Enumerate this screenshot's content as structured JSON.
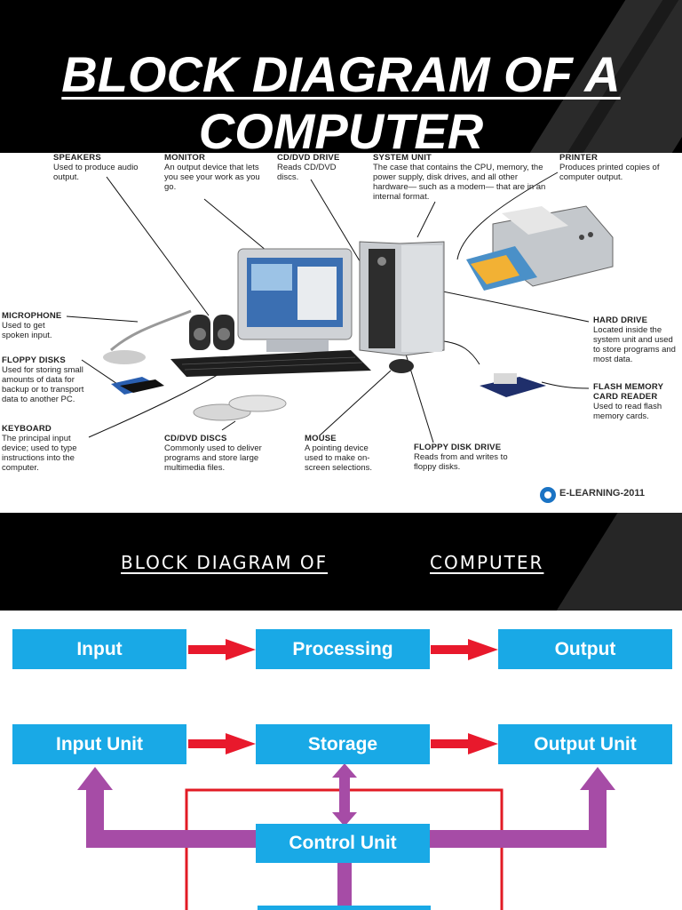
{
  "slide1": {
    "title_line1": "BLOCK DIAGRAM OF A",
    "title_line2": "COMPUTER"
  },
  "photo": {
    "labels": {
      "speakers": {
        "heading": "SPEAKERS",
        "text": "Used to produce audio output."
      },
      "monitor": {
        "heading": "MONITOR",
        "text": "An output device that lets you see your work as you go."
      },
      "cd_drive": {
        "heading": "CD/DVD DRIVE",
        "text": "Reads CD/DVD discs."
      },
      "system_unit": {
        "heading": "SYSTEM UNIT",
        "text": "The case that contains the CPU, memory, the power supply, disk drives, and all other hardware— such as a modem— that are in an internal format."
      },
      "printer": {
        "heading": "PRINTER",
        "text": "Produces printed copies of computer output."
      },
      "microphone": {
        "heading": "MICROPHONE",
        "text": "Used to get spoken input."
      },
      "floppy_disks": {
        "heading": "FLOPPY DISKS",
        "text": "Used for storing small amounts of data for backup or to transport data to another PC."
      },
      "hard_drive": {
        "heading": "HARD DRIVE",
        "text": "Located inside the system unit and used to store programs and most data."
      },
      "flash_reader": {
        "heading": "FLASH MEMORY CARD READER",
        "text": "Used to read flash memory cards."
      },
      "keyboard": {
        "heading": "KEYBOARD",
        "text": "The principal input device; used to type instructions into the computer."
      },
      "cd_discs": {
        "heading": "CD/DVD DISCS",
        "text": "Commonly used to deliver programs and store large multimedia files."
      },
      "mouse": {
        "heading": "MOUSE",
        "text": "A pointing device used to make on-screen selections."
      },
      "floppy_drive": {
        "heading": "FLOPPY DISK DRIVE",
        "text": "Reads from and writes to floppy disks."
      }
    },
    "watermark": "E-LEARNING-2011"
  },
  "slide2": {
    "title_part1": "BLOCK DIAGRAM OF",
    "title_part2": "COMPUTER"
  },
  "diagram": {
    "row1": [
      "Input",
      "Processing",
      "Output"
    ],
    "row2": [
      "Input Unit",
      "Storage",
      "Output Unit"
    ],
    "control": "Control Unit",
    "colors": {
      "box": "#19a9e6",
      "arrow_red": "#e8192c",
      "arrow_purple": "#a64ca6",
      "line_red": "#e21b24"
    }
  }
}
